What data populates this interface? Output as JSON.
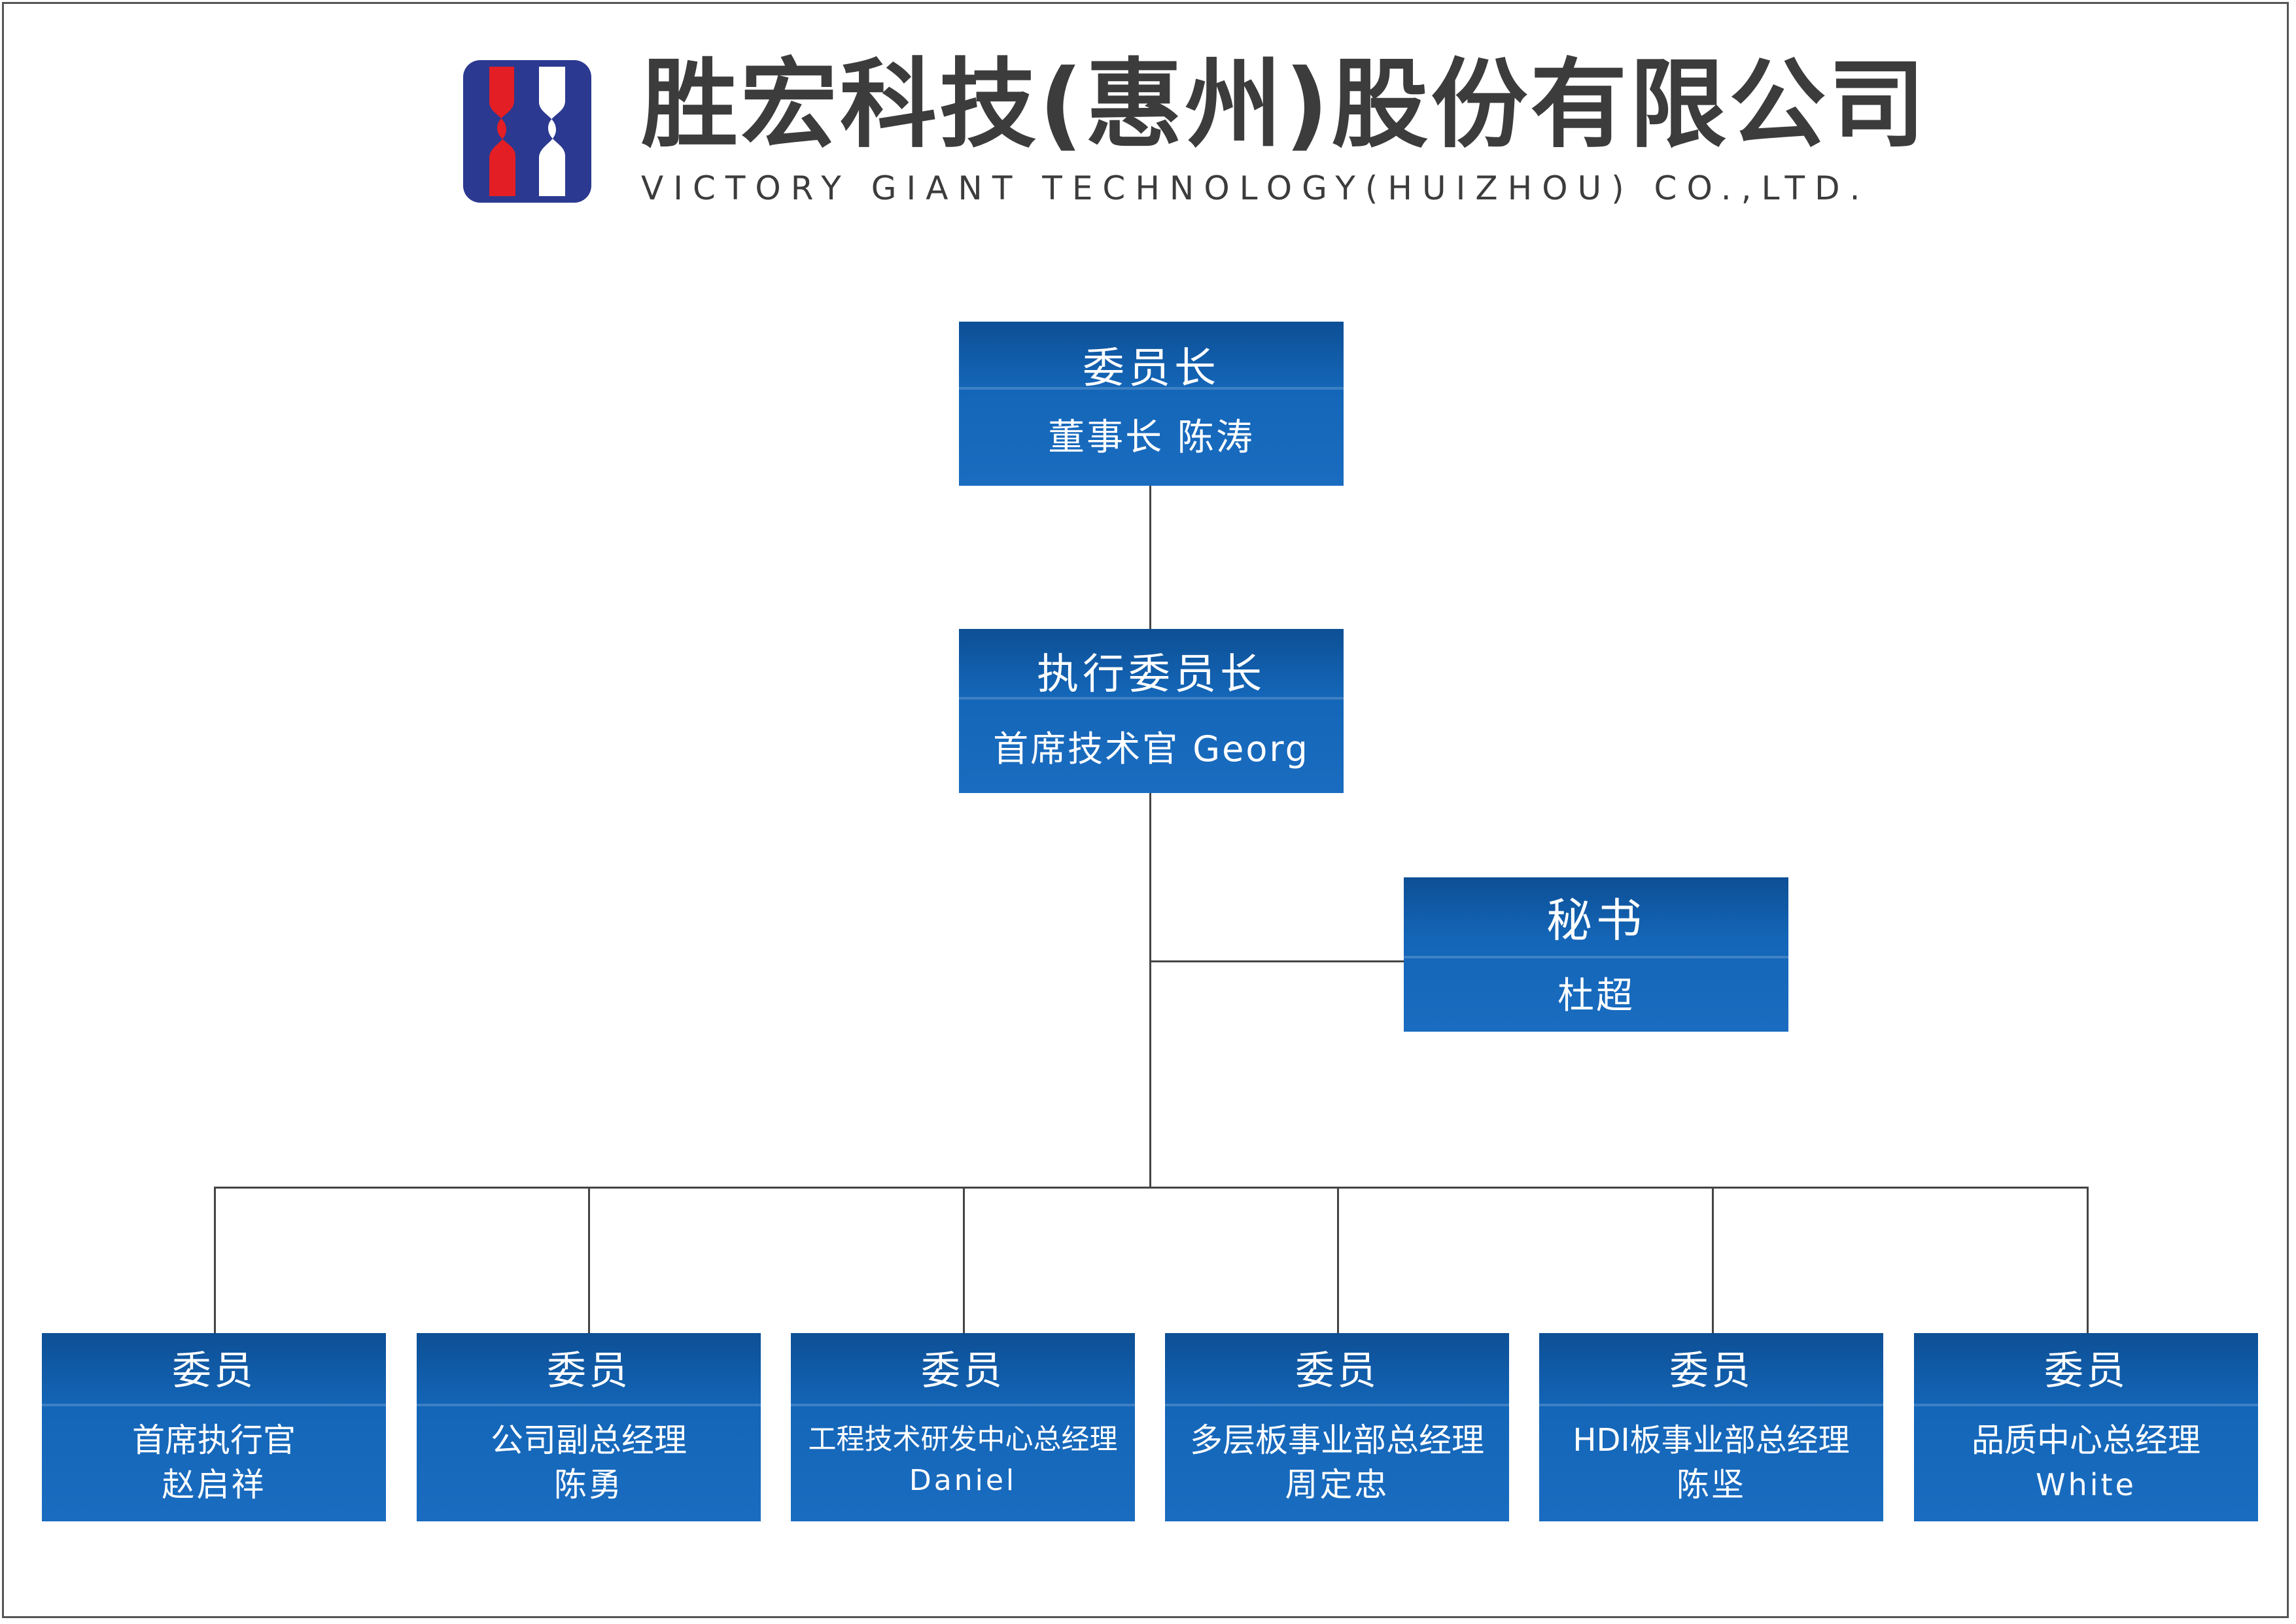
{
  "header": {
    "logo_icon": "victory-giant-ss-logo",
    "company_cn": "胜宏科技(惠州)股份有限公司",
    "company_en": "VICTORY GIANT TECHNOLOGY(HUIZHOU) CO.,LTD."
  },
  "colors": {
    "box_blue": "#1466b8",
    "logo_navy": "#2b3990",
    "logo_red": "#e31e24",
    "connector": "#444444"
  },
  "chart": {
    "chairman": {
      "title": "委员长",
      "name": "董事长 陈涛"
    },
    "executive_chairman": {
      "title": "执行委员长",
      "name": "首席技术官 Georg"
    },
    "secretary": {
      "title": "秘书",
      "name": "杜超"
    },
    "members": [
      {
        "title": "委员",
        "role": "首席执行官",
        "name": "赵启祥"
      },
      {
        "title": "委员",
        "role": "公司副总经理",
        "name": "陈勇"
      },
      {
        "title": "委员",
        "role": "工程技术研发中心总经理",
        "name": "Daniel"
      },
      {
        "title": "委员",
        "role": "多层板事业部总经理",
        "name": "周定忠"
      },
      {
        "title": "委员",
        "role": "HDI板事业部总经理",
        "name": "陈坚"
      },
      {
        "title": "委员",
        "role": "品质中心总经理",
        "name": "White"
      }
    ]
  }
}
